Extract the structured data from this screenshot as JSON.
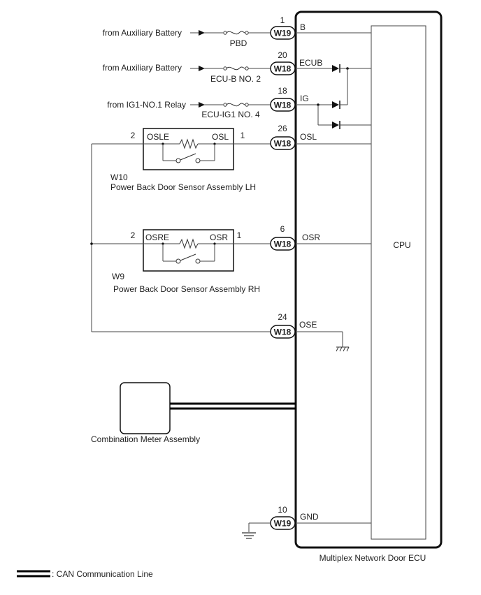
{
  "sources": {
    "aux_battery_1": "from Auxiliary Battery",
    "aux_battery_2": "from Auxiliary Battery",
    "ig1_relay": "from IG1-NO.1 Relay"
  },
  "fuses": {
    "pbd": "PBD",
    "ecu_b": "ECU-B NO. 2",
    "ecu_ig1": "ECU-IG1 NO. 4"
  },
  "connectors": {
    "b": "W19",
    "ecub": "W18",
    "ig": "W18",
    "osl": "W18",
    "osr": "W18",
    "ose": "W18",
    "gnd": "W19"
  },
  "pins": {
    "b": "1",
    "ecub": "20",
    "ig": "18",
    "osl": "26",
    "osr": "6",
    "ose": "24",
    "gnd": "10"
  },
  "terminals": {
    "b": "B",
    "ecub": "ECUB",
    "ig": "IG",
    "osl": "OSL",
    "osr": "OSR",
    "ose": "OSE",
    "gnd": "GND"
  },
  "sensor_lh": {
    "pin_left": "2",
    "pin_right": "1",
    "term_left": "OSLE",
    "term_right": "OSL",
    "code": "W10",
    "name": "Power Back Door Sensor Assembly LH"
  },
  "sensor_rh": {
    "pin_left": "2",
    "pin_right": "1",
    "term_left": "OSRE",
    "term_right": "OSR",
    "code": "W9",
    "name": "Power Back Door Sensor Assembly RH"
  },
  "ecu": {
    "cpu": "CPU",
    "name": "Multiplex Network Door ECU"
  },
  "meter": {
    "name": "Combination Meter Assembly"
  },
  "legend": {
    "can_line": ": CAN Communication Line"
  }
}
